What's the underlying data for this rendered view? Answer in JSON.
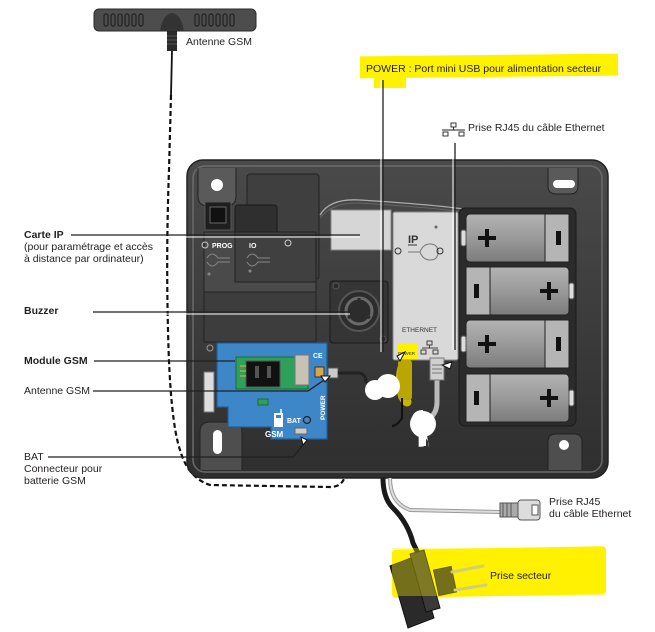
{
  "labels": {
    "antenna_top": "Antenne GSM",
    "power": "POWER : Port mini USB pour alimentation secteur",
    "rj45_top": "Prise RJ45 du câble Ethernet",
    "carte_ip_title": "Carte IP",
    "carte_ip_line1": "(pour paramétrage et accès",
    "carte_ip_line2": "à distance par ordinateur)",
    "buzzer": "Buzzer",
    "module_gsm": "Module GSM",
    "antenne_gsm_left": "Antenne GSM",
    "bat_title": "BAT",
    "bat_line1": "Connecteur pour",
    "bat_line2": "batterie GSM",
    "rj45_bottom_line1": "Prise RJ45",
    "rj45_bottom_line2": "du câble Ethernet",
    "prise_secteur": "Prise secteur"
  },
  "device_markings": {
    "prog": "PROG",
    "io": "IO",
    "ip": "IP",
    "ethernet": "ETHERNET",
    "power_port": "POWER",
    "bat": "BAT",
    "gsm": "GSM",
    "power_side": "POWER",
    "ce": "CE"
  },
  "colors": {
    "highlight": "#fff200",
    "enclosure": "#3a3a3a",
    "gsm_module": "#3d87c8",
    "pcb_green": "#2fa05a",
    "battery": "#9a9a9a",
    "ip_card": "#d4d4d4"
  },
  "icons": [
    "network-icon",
    "phone-icon",
    "battery-plus-icon",
    "battery-minus-icon"
  ]
}
